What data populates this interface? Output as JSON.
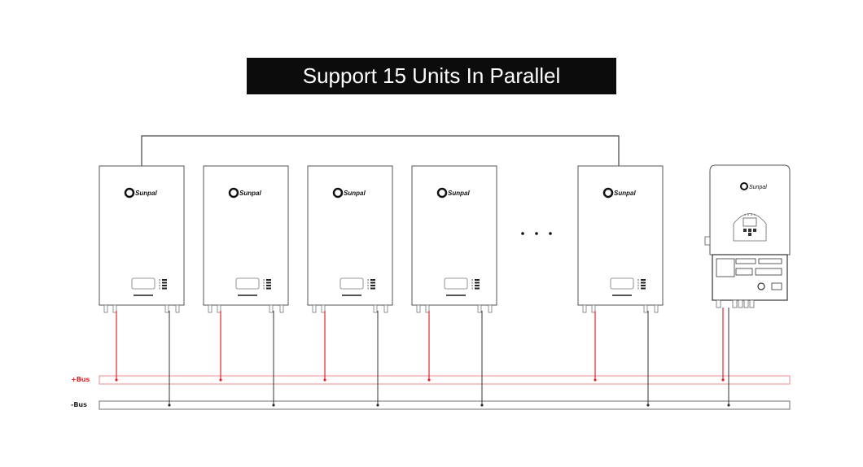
{
  "title": "Support 15 Units In Parallel",
  "brand": "Sunpal",
  "ellipsis": "...",
  "bus": {
    "positive_label": "+Bus",
    "negative_label": "-Bus"
  },
  "colors": {
    "positive": "#e0262b",
    "positive_bus_stroke": "#f0a0a2",
    "negative": "#333333",
    "outline": "#555555"
  }
}
